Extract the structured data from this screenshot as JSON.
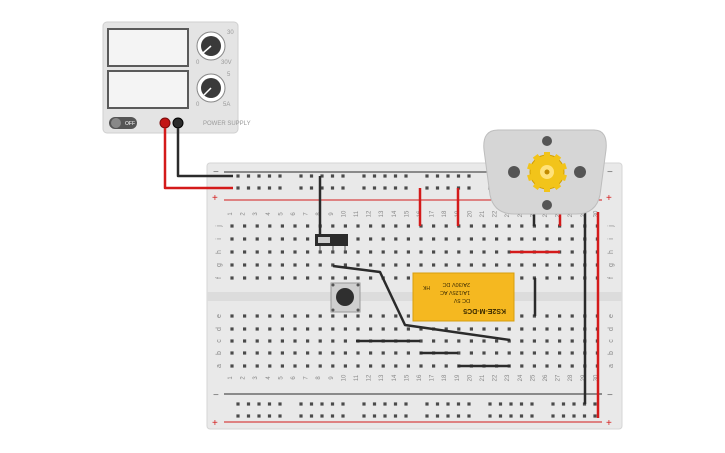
{
  "power_supply": {
    "knob1_labels": {
      "top": "30",
      "min": "0",
      "max": "30V"
    },
    "knob2_labels": {
      "top": "5",
      "min": "0",
      "max": "5A"
    },
    "switch_label": "OFF",
    "brand_label": "POWER SUPPLY",
    "display_voltage": "",
    "display_current": ""
  },
  "breadboard": {
    "rail_minus": "−",
    "rail_plus": "+",
    "row_letters_top": [
      "j",
      "i",
      "h",
      "g",
      "f"
    ],
    "row_letters_bottom": [
      "e",
      "d",
      "c",
      "b",
      "a"
    ],
    "columns": [
      "1",
      "2",
      "3",
      "4",
      "5",
      "6",
      "7",
      "8",
      "9",
      "10",
      "11",
      "12",
      "13",
      "14",
      "15",
      "16",
      "17",
      "18",
      "19",
      "20",
      "21",
      "22",
      "23",
      "24",
      "25",
      "26",
      "27",
      "28",
      "29",
      "30"
    ]
  },
  "relay": {
    "model": "KS2E-M-DC5",
    "coil": "DC 5V",
    "rating1": "1A/125V AC",
    "rating2": "2A/30V DC",
    "logo": "HK"
  },
  "colors": {
    "board": "#e9e9e9",
    "wire_red": "#d41a1a",
    "wire_black": "#2b2b2b",
    "relay_body": "#f5b820",
    "motor_gear": "#f2c41a"
  }
}
